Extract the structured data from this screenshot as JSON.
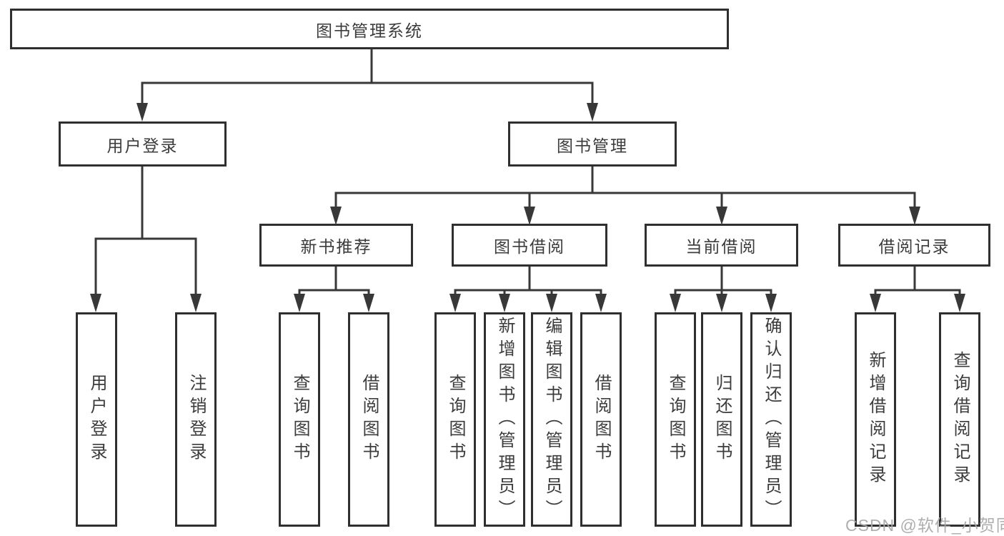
{
  "root": {
    "label": "图书管理系统"
  },
  "level2": [
    {
      "label": "用户登录"
    },
    {
      "label": "图书管理"
    }
  ],
  "level3": [
    {
      "label": "新书推荐"
    },
    {
      "label": "图书借阅"
    },
    {
      "label": "当前借阅"
    },
    {
      "label": "借阅记录"
    }
  ],
  "leaves": {
    "user_login": [
      {
        "label": "用户登录"
      },
      {
        "label": "注销登录"
      }
    ],
    "new_book": [
      {
        "label": "查询图书"
      },
      {
        "label": "借阅图书"
      }
    ],
    "book_borrow": [
      {
        "label": "查询图书"
      },
      {
        "label": "新增图书（管理员）"
      },
      {
        "label": "编辑图书（管理员）"
      },
      {
        "label": "借阅图书"
      }
    ],
    "current_borrow": [
      {
        "label": "查询图书"
      },
      {
        "label": "归还图书"
      },
      {
        "label": "确认归还（管理员）"
      }
    ],
    "borrow_record": [
      {
        "label": "新增借阅记录"
      },
      {
        "label": "查询借阅记录"
      }
    ]
  },
  "watermark": {
    "text": "CSDN @软件_小贺同学"
  },
  "colors": {
    "line": "#383838",
    "box_border": "#2f2f2f",
    "text": "#3c3c3c",
    "watermark": "#a8a8a8",
    "background": "#ffffff"
  }
}
